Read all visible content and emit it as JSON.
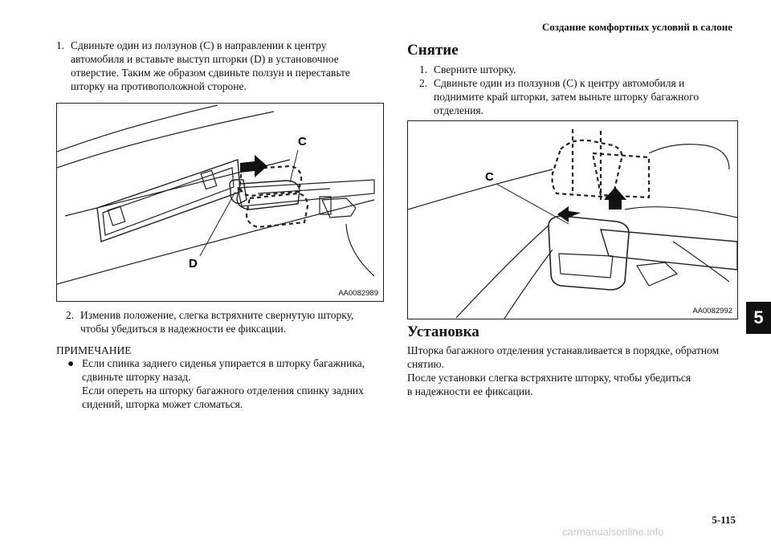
{
  "header": {
    "section_title": "Создание комфортных условий в салоне"
  },
  "left": {
    "step1": {
      "num": "1.",
      "lines": [
        "Сдвиньте один из ползунов (C) в направлении к центру",
        "автомобиля и вставьте выступ шторки (D) в установочное",
        "отверстие. Таким же образом сдвиньте ползун и переставьте",
        "шторку на противоположной стороне."
      ]
    },
    "figure1": {
      "label_c": "C",
      "label_d": "D",
      "code": "AA0082989"
    },
    "step2": {
      "num": "2.",
      "lines": [
        "Изменив положение, слегка встряхните свернутую шторку,",
        "чтобы убедиться в надежности ее фиксации."
      ]
    },
    "note": {
      "title": "ПРИМЕЧАНИЕ",
      "bullet": "●",
      "lines": [
        "Если спинка заднего сиденья упирается в шторку багажника,",
        "сдвиньте шторку назад.",
        "Если опереть на шторку багажного отделения спинку задних",
        "сидений, шторка может сломаться."
      ]
    }
  },
  "right": {
    "removal": {
      "title": "Снятие",
      "step1": {
        "num": "1.",
        "text": "Сверните шторку."
      },
      "step2": {
        "num": "2.",
        "lines": [
          "Сдвиньте один из ползунов (C) к центру автомобиля и",
          "поднимите край шторки, затем выньте шторку багажного",
          "отделения."
        ]
      }
    },
    "figure2": {
      "label_c": "C",
      "code": "AA0082992"
    },
    "install": {
      "title": "Установка",
      "lines": [
        "Шторка багажного отделения устанавливается в порядке, обратном",
        "снятию.",
        "После установки слегка встряхните шторку, чтобы убедиться",
        "в надежности ее фиксации."
      ]
    }
  },
  "side_tab": "5",
  "page_number": "5-115",
  "watermark": "carmanualsonline.info"
}
